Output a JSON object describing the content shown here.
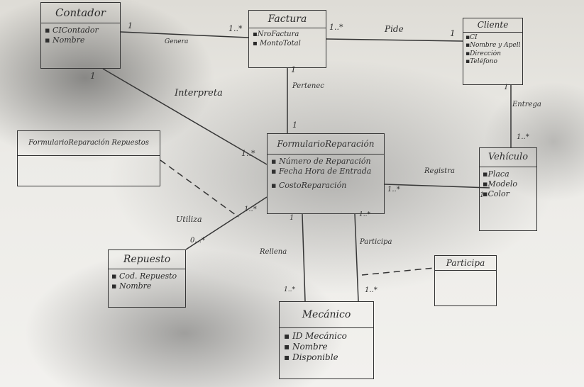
{
  "classes": {
    "contador": {
      "title": "Contador",
      "attrs": [
        "▪ CIContador",
        "▪ Nombre"
      ]
    },
    "factura": {
      "title": "Factura",
      "attrs": [
        "▪NroFactura",
        "▪ MontoTotal"
      ]
    },
    "cliente": {
      "title": "Cliente",
      "attrs": [
        "▪CI",
        "▪Nombre y Apell.",
        "▪Dirección",
        "▪Teléfono"
      ]
    },
    "formulario_reparacion": {
      "title": "FormularioReparación",
      "attrs": [
        "▪ Número de Reparación",
        "▪ Fecha Hora de Entrada",
        "▪ CostoReparación"
      ]
    },
    "formulario_repuestos": {
      "title": "FormularioReparación Repuestos",
      "attrs": []
    },
    "vehiculo": {
      "title": "Vehículo",
      "attrs": [
        "▪Placa",
        "▪Modelo",
        "▪Color"
      ]
    },
    "repuesto": {
      "title": "Repuesto",
      "attrs": [
        "▪ Cod. Repuesto",
        "▪ Nombre"
      ]
    },
    "mecanico": {
      "title": "Mecánico",
      "attrs": [
        "▪ ID Mecánico",
        "▪ Nombre",
        "▪ Disponible"
      ]
    },
    "participa": {
      "title": "Participa",
      "attrs": []
    }
  },
  "relations": {
    "genera": "Genera",
    "pide": "Pide",
    "pertenec": "Pertenec",
    "interpreta": "Interpreta",
    "entrega": "Entrega",
    "registra": "Registra",
    "utiliza": "Utiliza",
    "rellena": "Rellena",
    "participa": "Participa"
  },
  "multiplicities": {
    "contador_genera": "1",
    "factura_genera": "1..*",
    "factura_pide": "1..*",
    "cliente_pide": "1",
    "contador_interpreta": "1",
    "form_interpreta": "1..*",
    "factura_pertenec": "1",
    "form_pertenec": "1",
    "cliente_entrega": "1",
    "vehiculo_entrega": "1..*",
    "form_registra": "1..*",
    "vehiculo_registra": "1",
    "form_utiliza": "1..*",
    "repuesto_utiliza": "0...*",
    "form_rellena": "1",
    "mecanico_rellena": "1..*",
    "form_participa": "1..*",
    "mecanico_participa": "1..*"
  }
}
